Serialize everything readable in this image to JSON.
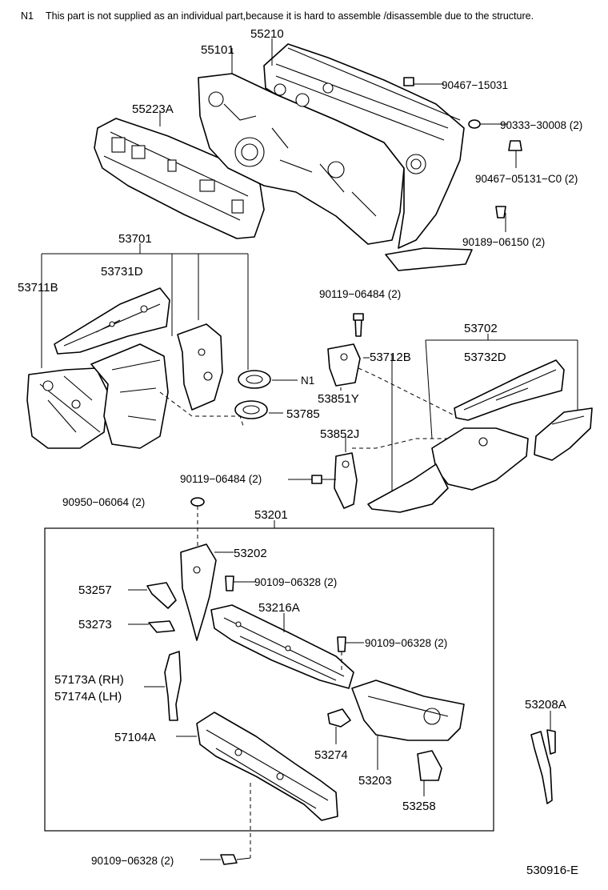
{
  "note": {
    "marker": "N1",
    "text": "This part is not supplied as an individual part,because it is hard to assemble /disassemble due to the structure."
  },
  "diagram_code": "530916-E",
  "parts": {
    "p55210": "55210",
    "p55101": "55101",
    "p55223A": "55223A",
    "p90467_15031": "90467−15031",
    "p90333_30008": "90333−30008 (2)",
    "p90467_05131": "90467−05131−C0 (2)",
    "p90189_06150": "90189−06150 (2)",
    "p53701": "53701",
    "p53731D": "53731D",
    "p53711B": "53711B",
    "pN1": "N1",
    "p53785": "53785",
    "p90119_06484_a": "90119−06484 (2)",
    "p53712B": "53712B",
    "p53702": "53702",
    "p53732D": "53732D",
    "p53851Y": "53851Y",
    "p53852J": "53852J",
    "p90119_06484_b": "90119−06484 (2)",
    "p90950_06064": "90950−06064 (2)",
    "p53201": "53201",
    "p53202": "53202",
    "p90109_06328_a": "90109−06328 (2)",
    "p53257": "53257",
    "p53216A": "53216A",
    "p53273": "53273",
    "p90109_06328_b": "90109−06328 (2)",
    "p57173A": "57173A (RH)",
    "p57174A": "57174A (LH)",
    "p57104A": "57104A",
    "p53208A": "53208A",
    "p53274": "53274",
    "p53203": "53203",
    "p53258": "53258",
    "p90109_06328_c": "90109−06328 (2)"
  }
}
